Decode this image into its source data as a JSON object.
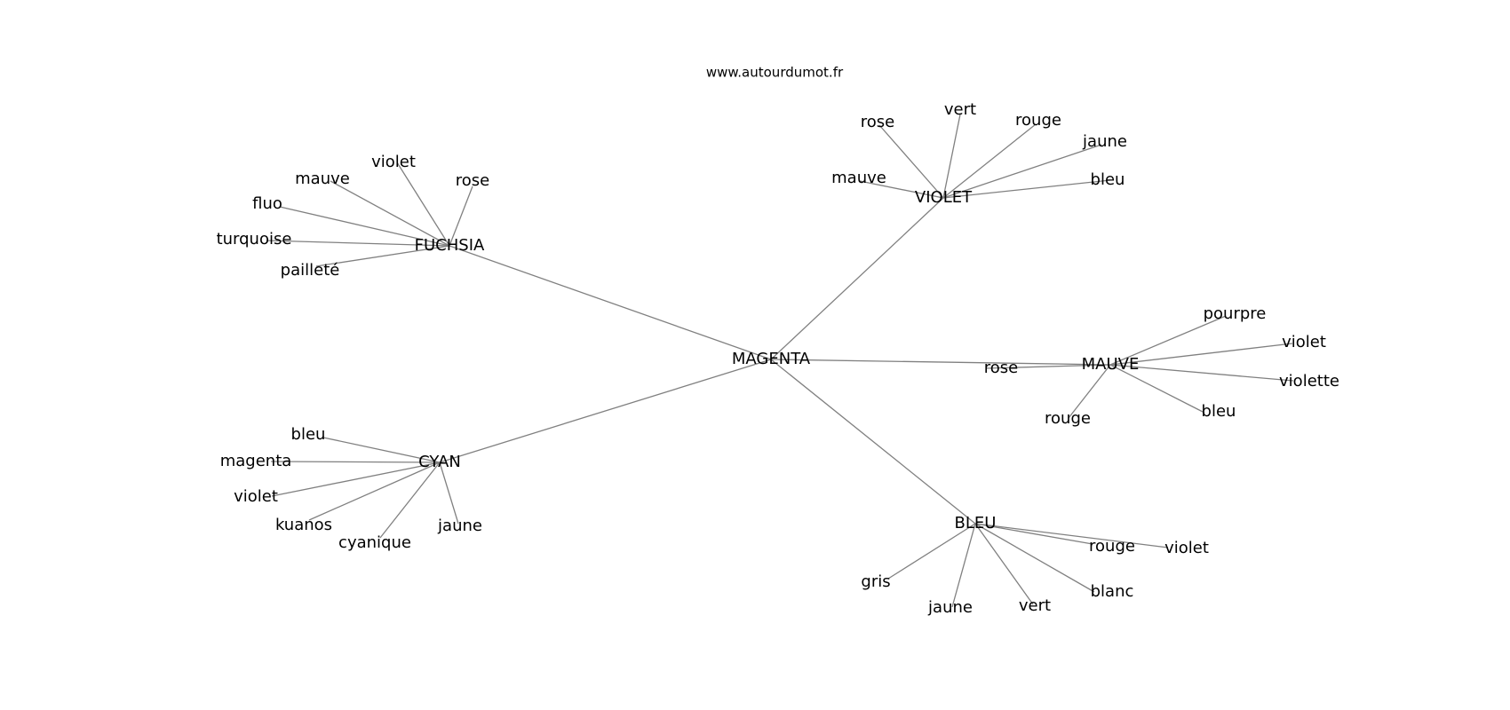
{
  "header": {
    "site": "www.autourdumot.fr"
  },
  "graph": {
    "root": "MAGENTA",
    "hubs": [
      {
        "label": "FUCHSIA",
        "leaves": [
          "violet",
          "mauve",
          "rose",
          "fluo",
          "turquoise",
          "pailleté"
        ]
      },
      {
        "label": "VIOLET",
        "leaves": [
          "rose",
          "vert",
          "rouge",
          "jaune",
          "mauve",
          "bleu"
        ]
      },
      {
        "label": "MAUVE",
        "leaves": [
          "pourpre",
          "violet",
          "rose",
          "violette",
          "rouge",
          "bleu"
        ]
      },
      {
        "label": "CYAN",
        "leaves": [
          "bleu",
          "magenta",
          "violet",
          "kuanos",
          "cyanique",
          "jaune"
        ]
      },
      {
        "label": "BLEU",
        "leaves": [
          "rouge",
          "violet",
          "gris",
          "blanc",
          "jaune",
          "vert"
        ]
      }
    ]
  }
}
